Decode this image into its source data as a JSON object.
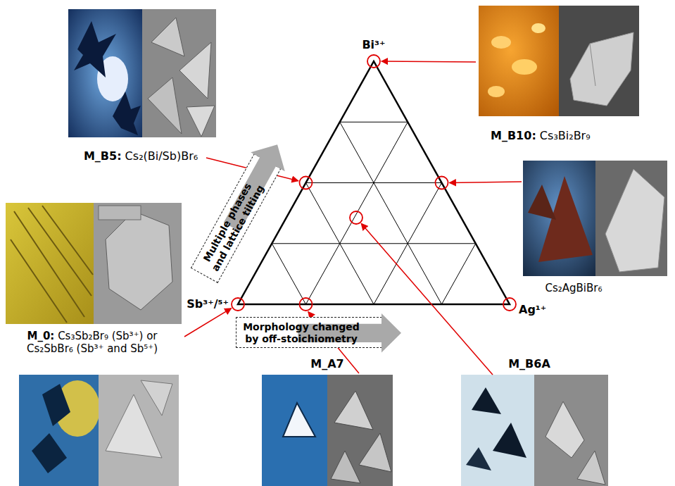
{
  "diagram": {
    "nodes": [
      {
        "text": [
          "Multiple phases and lattice tilting"
        ]
      },
      {
        "text": [
          "Morphology changed by off-stoichiometry"
        ]
      }
    ],
    "labels": [
      "Bi³⁺",
      "Sb³⁺/⁵⁺",
      "Ag¹⁺",
      "M_B10: Cs₃Bi₂Br₉",
      "M_B5: Cs₂(Bi/Sb)Br₆",
      "Cs₂AgBiBr₆",
      "M_0: Cs₃Sb₂Br₉ (Sb³⁺) or Cs₂SbBr₆ (Sb³⁺ and Sb⁵⁺)",
      "M_A7",
      "M_B6A"
    ]
  }
}
